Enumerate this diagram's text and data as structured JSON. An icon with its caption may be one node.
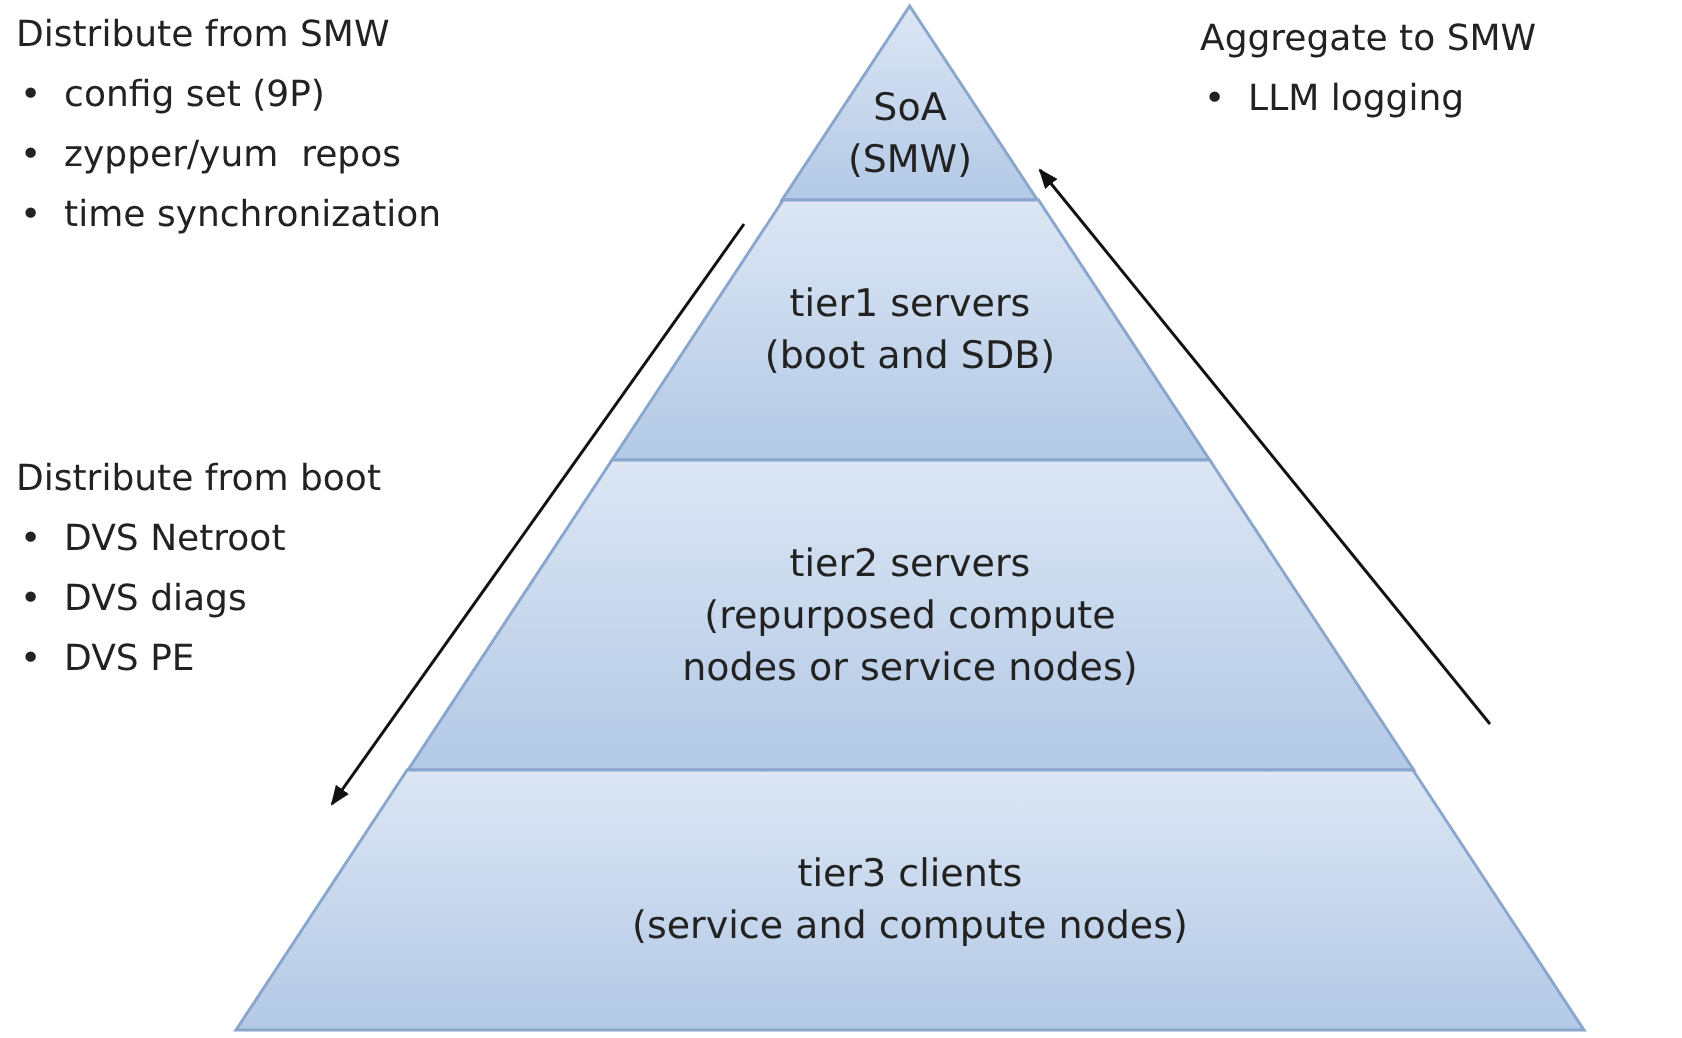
{
  "diagram": {
    "nodes": [
      {
        "text": [
          "SoA",
          "(SMW)"
        ]
      },
      {
        "text": [
          "tier1 servers",
          "(boot and SDB)"
        ]
      },
      {
        "text": [
          "tier2 servers",
          "(repurposed compute nodes or service nodes)"
        ]
      },
      {
        "text": [
          "tier3 clients",
          "(service and compute nodes)"
        ]
      }
    ],
    "labels": [
      "Distribute from SMW",
      "•  config set (9P)",
      "•  zypper/yum  repos",
      "•  time synchronization",
      "Distribute from boot",
      "•  DVS Netroot",
      "•  DVS diags",
      "•  DVS PE",
      "Aggregate to SMW",
      "•  LLM logging"
    ]
  }
}
